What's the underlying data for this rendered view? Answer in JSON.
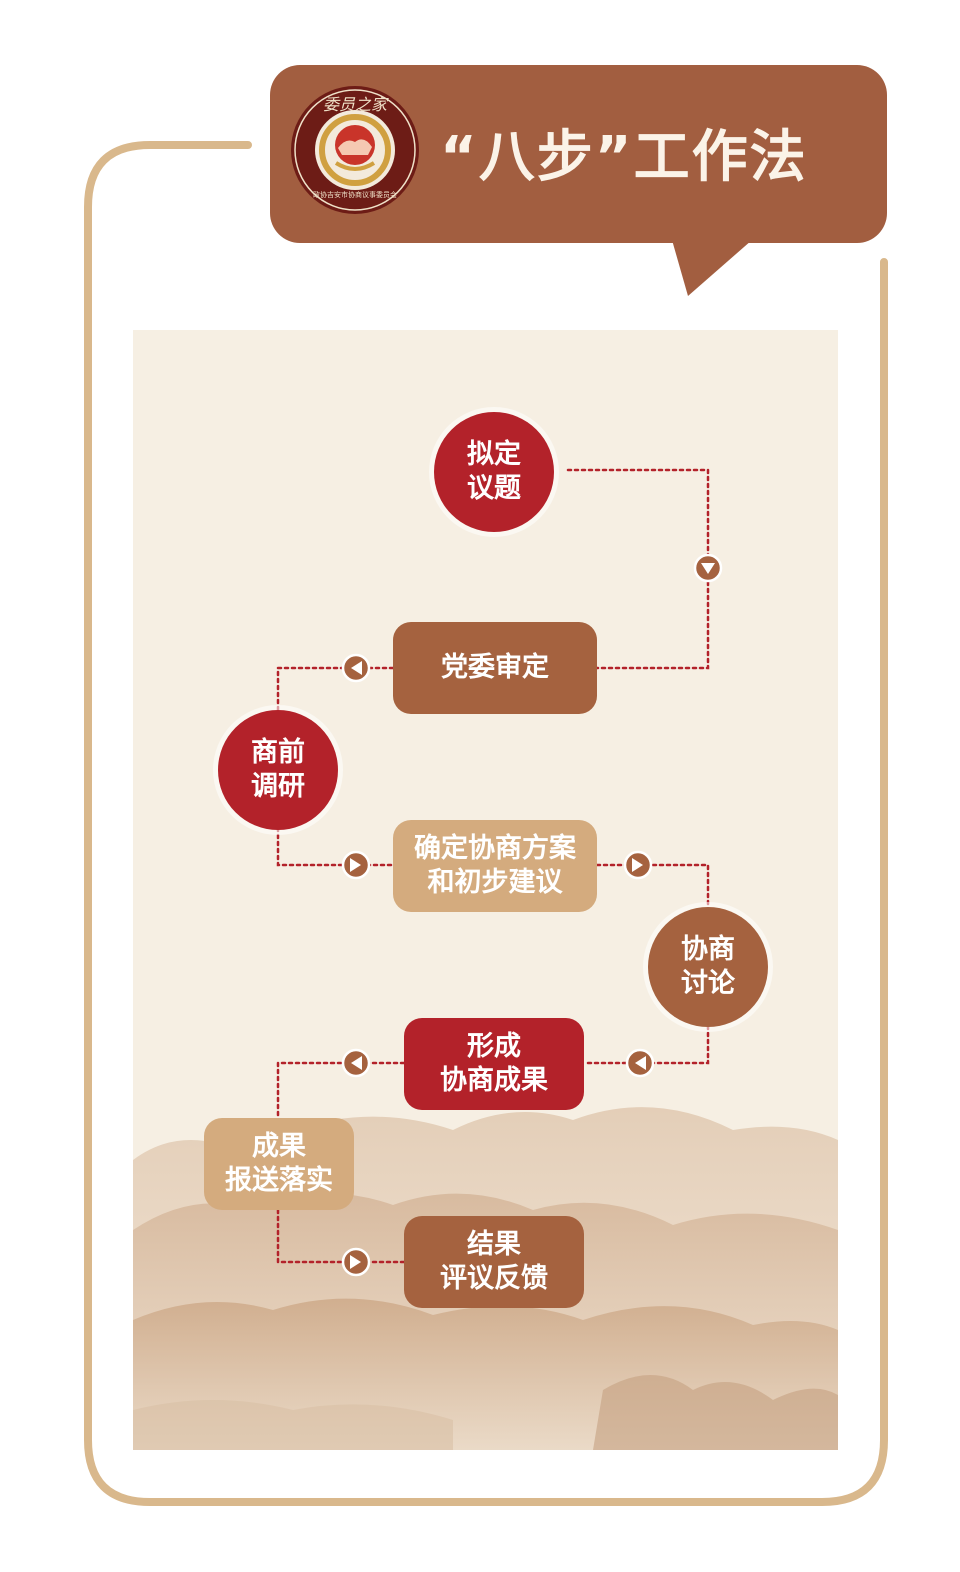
{
  "header": {
    "title": "“八步”工作法",
    "logo_arc_text": "委员之家",
    "logo_bottom_text": "政协吉安市协商议事委员会",
    "colors": {
      "header_bg": "#a25e40",
      "frame": "#d9b88c",
      "red": "#b3222a",
      "brown": "#a5623f",
      "tan": "#d4ab7e"
    }
  },
  "steps": [
    {
      "id": "step1",
      "lines": [
        "拟定",
        "议题"
      ]
    },
    {
      "id": "step2",
      "lines": [
        "党委审定"
      ]
    },
    {
      "id": "step3",
      "lines": [
        "商前",
        "调研"
      ]
    },
    {
      "id": "step4",
      "lines": [
        "确定协商方案",
        "和初步建议"
      ]
    },
    {
      "id": "step5",
      "lines": [
        "协商",
        "讨论"
      ]
    },
    {
      "id": "step6",
      "lines": [
        "形成",
        "协商成果"
      ]
    },
    {
      "id": "step7",
      "lines": [
        "成果",
        "报送落实"
      ]
    },
    {
      "id": "step8",
      "lines": [
        "结果",
        "评议反馈"
      ]
    }
  ]
}
